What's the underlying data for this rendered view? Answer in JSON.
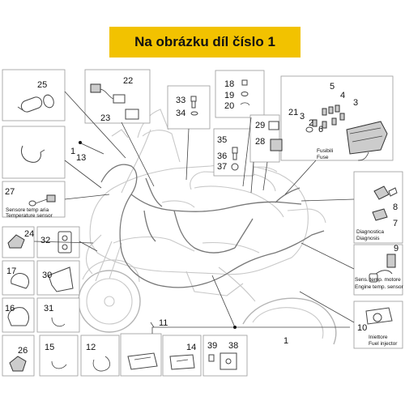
{
  "banner": {
    "title": "Na obrázku díl číslo 1"
  },
  "labels": {
    "sensor_temp_aria_it": "Sensore temp aria",
    "sensor_temp_aria_en": "Temperature sensor",
    "fusibili_it": "Fusibili",
    "fusibili_en": "Fuse",
    "diagnostica_it": "Diagnostica",
    "diagnostica_en": "Diagnosis",
    "engine_temp_it": "Sens. temp. motore",
    "engine_temp_en": "Engine temp. sensor",
    "iniettore_it": "Iniettore",
    "iniettore_en": "Fuel injector"
  },
  "callouts": {
    "p1": "1",
    "p2": "2",
    "p3a": "3",
    "p3b": "3",
    "p4": "4",
    "p5": "5",
    "p6": "6",
    "p7": "7",
    "p8": "8",
    "p9": "9",
    "p10": "10",
    "p11": "11",
    "p12": "12",
    "p13": "13",
    "p1b": "1",
    "p14": "14",
    "p15": "15",
    "p16": "16",
    "p17": "17",
    "p18": "18",
    "p19": "19",
    "p20": "20",
    "p21": "21",
    "p22": "22",
    "p23": "23",
    "p24": "24",
    "p25": "25",
    "p26": "26",
    "p27": "27",
    "p28": "28",
    "p29": "29",
    "p30": "30",
    "p31": "31",
    "p32": "32",
    "p33": "33",
    "p34": "34",
    "p35": "35",
    "p36": "36",
    "p37": "37",
    "p38": "38",
    "p39": "39"
  }
}
